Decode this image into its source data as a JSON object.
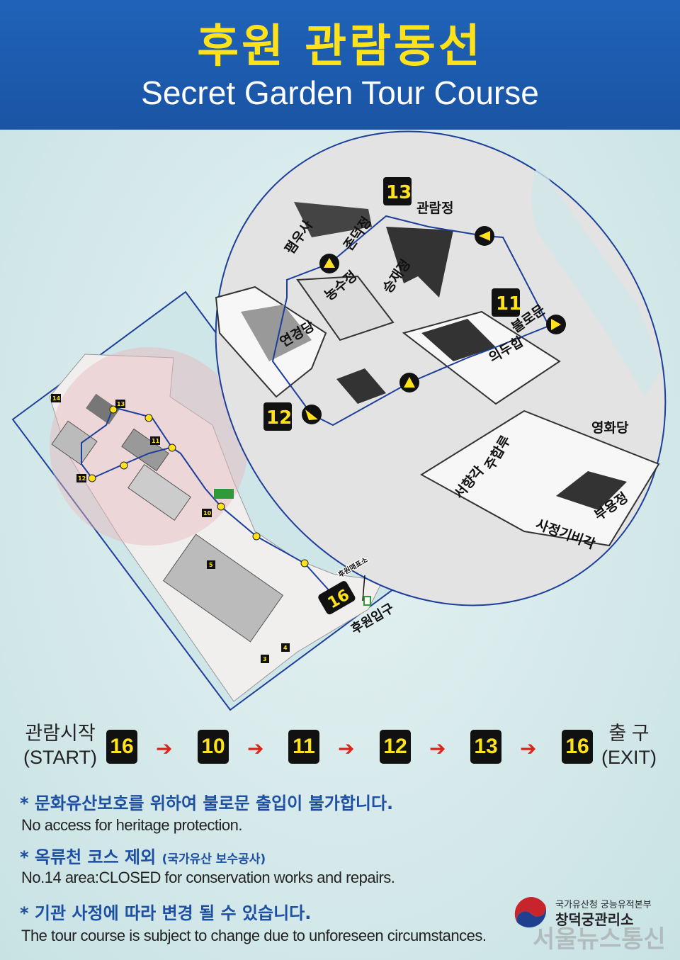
{
  "header": {
    "title_ko": "후원 관람동선",
    "title_en": "Secret Garden Tour Course"
  },
  "colors": {
    "header_bg": "#1f63b8",
    "title_ko": "#ffe21a",
    "route": "#1d3f9a",
    "badge_bg": "#111111",
    "badge_text": "#ffe21a",
    "arrow": "#d8261b",
    "note_ko": "#1d4fa3"
  },
  "map": {
    "detail_markers": [
      "13",
      "11",
      "12"
    ],
    "detail_labels": [
      "관람정",
      "폄우사",
      "존덕정",
      "승재정",
      "농수정",
      "연경당",
      "불로문",
      "의두합",
      "영화당",
      "주합루",
      "서향각",
      "부용정",
      "사정기비각"
    ],
    "overview_markers": [
      "14",
      "13",
      "11",
      "12",
      "10",
      "5",
      "4",
      "3"
    ],
    "entrance_marker": "16",
    "entrance_label": "후원입구",
    "ticket_label": "후원매표소"
  },
  "course": {
    "start_ko": "관람시작",
    "start_en": "(START)",
    "exit_ko": "출 구",
    "exit_en": "(EXIT)",
    "steps": [
      "16",
      "10",
      "11",
      "12",
      "13",
      "16"
    ],
    "arrow": "➔"
  },
  "notes": [
    {
      "ko": "문화유산보호를 위하여 불로문 출입이 불가합니다.",
      "ko_small": "",
      "en": "No access for heritage protection."
    },
    {
      "ko": "옥류천 코스 제외",
      "ko_small": "(국가유산 보수공사)",
      "en": "No.14 area:CLOSED for conservation works and repairs."
    },
    {
      "ko": "기관 사정에 따라 변경 될 수 있습니다.",
      "ko_small": "",
      "en": "The tour course is subject to change due to unforeseen circumstances."
    }
  ],
  "note_bullet": "*",
  "logo": {
    "org_line1": "국가유산청 궁능유적본부",
    "org_line2": "창덕궁관리소",
    "watermark": "서울뉴스통신"
  }
}
